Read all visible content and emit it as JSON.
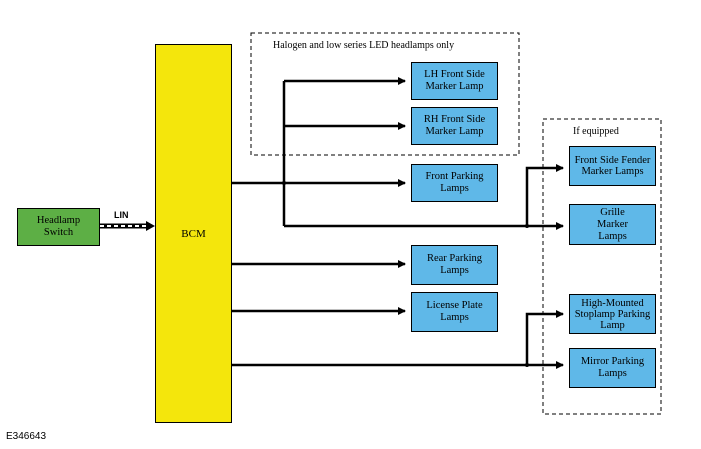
{
  "diagram": {
    "figure_id": "E346643",
    "groups": {
      "halogen_label": "Halogen and low series LED headlamps only",
      "if_equipped_label": "If equipped"
    },
    "connection_label": "LIN",
    "nodes": {
      "headlamp_switch": "Headlamp Switch",
      "bcm": "BCM",
      "lh_front_side_marker": "LH Front Side Marker Lamp",
      "rh_front_side_marker": "RH Front Side Marker Lamp",
      "front_parking": "Front Parking Lamps",
      "rear_parking": "Rear Parking Lamps",
      "license_plate": "License Plate Lamps",
      "front_side_fender_marker": "Front Side Fender Marker Lamps",
      "grille_marker": "Grille Marker Lamps",
      "high_mounted_stoplamp": "High-Mounted Stoplamp Parking Lamp",
      "mirror_parking": "Mirror Parking Lamps"
    },
    "colors": {
      "bcm": "#f4e60c",
      "switch": "#5daf45",
      "lamp": "#5fb8e8",
      "line": "#000000"
    }
  }
}
